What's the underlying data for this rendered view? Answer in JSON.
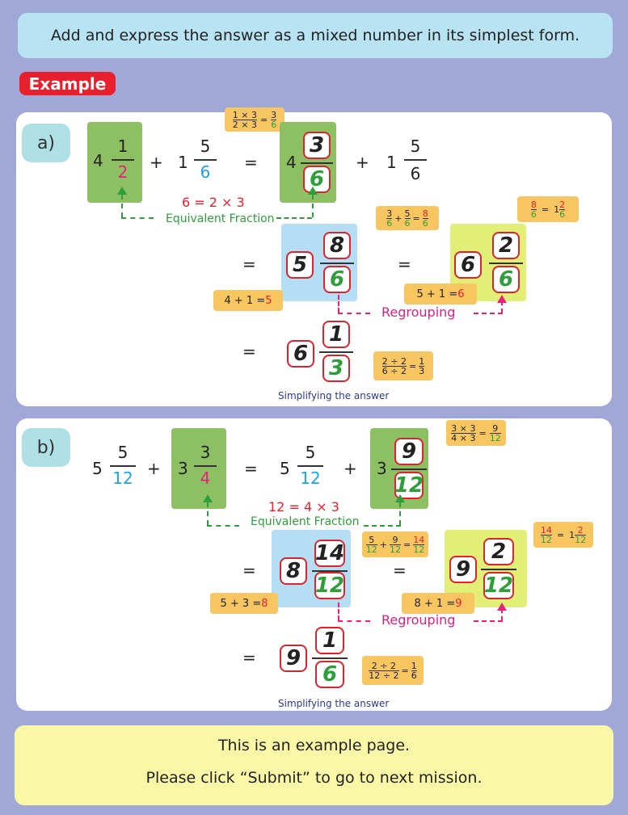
{
  "instruction": "Add and express the answer as a mixed number in its simplest form.",
  "example_badge": "Example",
  "part_a": {
    "label": "a)",
    "f1": {
      "whole": "4",
      "num": "1",
      "den": "2"
    },
    "f2": {
      "whole": "1",
      "num": "5",
      "den": "6"
    },
    "plus": "+",
    "equals": "=",
    "eq_factor": "6 = 2 × 3",
    "equiv_label": "Equivalent Fraction",
    "note1": {
      "t1": "1 × 3",
      "b1": "2 × 3",
      "eq": "=",
      "t2": "3",
      "b2": "6"
    },
    "conv": {
      "whole": "4",
      "num": "3",
      "den": "6"
    },
    "f2b": {
      "whole": "1",
      "num": "5",
      "den": "6"
    },
    "note2": {
      "t1": "3",
      "b1": "6",
      "plus": "+",
      "t2": "5",
      "b2": "6",
      "eq": "=",
      "t3": "8",
      "b3": "6"
    },
    "sum": {
      "whole": "5",
      "num": "8",
      "den": "6"
    },
    "note_whole": {
      "text": "4 + 1 = ",
      "res": "5"
    },
    "note3": {
      "t1": "8",
      "b1": "6",
      "eq": "=",
      "whole": "1",
      "t2": "2",
      "b2": "6"
    },
    "regroup": {
      "whole": "6",
      "num": "2",
      "den": "6"
    },
    "note_regroup": {
      "text": "5 + 1 = ",
      "res": "6"
    },
    "regroup_label": "Regrouping",
    "answer": {
      "whole": "6",
      "num": "1",
      "den": "3"
    },
    "note4": {
      "t1": "2 ÷ 2",
      "b1": "6 ÷ 2",
      "eq": "=",
      "t2": "1",
      "b2": "3"
    },
    "simplify_label": "Simplifying the answer"
  },
  "part_b": {
    "label": "b)",
    "f1": {
      "whole": "5",
      "num": "5",
      "den": "12"
    },
    "f2": {
      "whole": "3",
      "num": "3",
      "den": "4"
    },
    "plus": "+",
    "equals": "=",
    "eq_factor": "12 = 4 × 3",
    "equiv_label": "Equivalent Fraction",
    "note1": {
      "t1": "3 × 3",
      "b1": "4 × 3",
      "eq": "=",
      "t2": "9",
      "b2": "12"
    },
    "f1b": {
      "whole": "5",
      "num": "5",
      "den": "12"
    },
    "conv": {
      "whole": "3",
      "num": "9",
      "den": "12"
    },
    "note2": {
      "t1": "5",
      "b1": "12",
      "plus": "+",
      "t2": "9",
      "b2": "12",
      "eq": "=",
      "t3": "14",
      "b3": "12"
    },
    "sum": {
      "whole": "8",
      "num": "14",
      "den": "12"
    },
    "note_whole": {
      "text": "5 + 3 = ",
      "res": "8"
    },
    "note3": {
      "t1": "14",
      "b1": "12",
      "eq": "=",
      "whole": "1",
      "t2": "2",
      "b2": "12"
    },
    "regroup": {
      "whole": "9",
      "num": "2",
      "den": "12"
    },
    "note_regroup": {
      "text": "8 + 1 = ",
      "res": "9"
    },
    "regroup_label": "Regrouping",
    "answer": {
      "whole": "9",
      "num": "1",
      "den": "6"
    },
    "note4": {
      "t1": "2 ÷ 2",
      "b1": "12 ÷ 2",
      "eq": "=",
      "t2": "1",
      "b2": "6"
    },
    "simplify_label": "Simplifying the answer"
  },
  "footer": {
    "line1": "This is an example page.",
    "line2": "Please click “Submit” to go to next mission."
  }
}
